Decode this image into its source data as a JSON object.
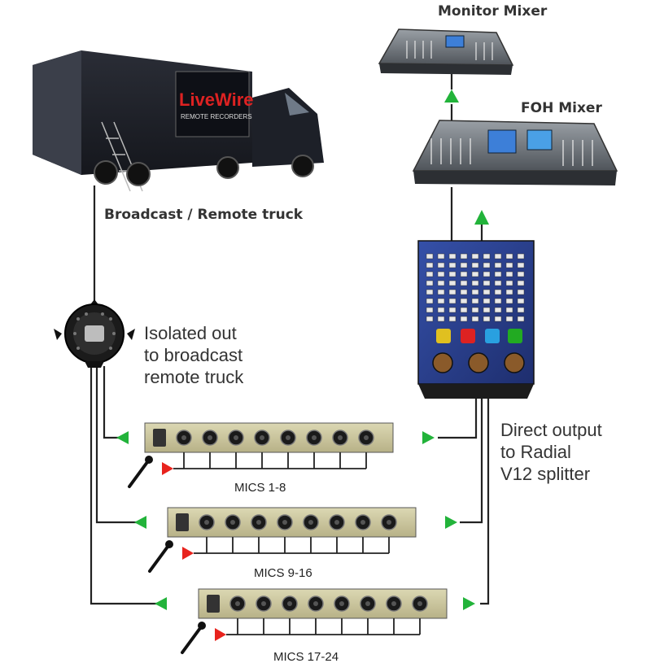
{
  "labels": {
    "monitor_mixer": "Monitor Mixer",
    "foh_mixer": "FOH Mixer",
    "truck": "Broadcast / Remote truck",
    "isolated": [
      "Isolated out",
      "to broadcast",
      "remote truck"
    ],
    "direct": [
      "Direct output",
      "to Radial",
      "V12 splitter"
    ],
    "mics_1": "MICS 1-8",
    "mics_2": "MICS 9-16",
    "mics_3": "MICS 17-24"
  },
  "truck_branding": {
    "logo_line1": "LiveWire",
    "logo_line2": "REMOTE RECORDERS"
  },
  "colors": {
    "arrow_green": "#22b33a",
    "arrow_red": "#e8231d",
    "cable": "#222222",
    "panel_face": "#c9c49a",
    "splitter_body": "#2a3f8f",
    "mixer_body": "#555a5f"
  },
  "icons": [
    "truck-icon",
    "mixer-icon",
    "splitter-icon",
    "multipin-connector-icon",
    "microphone-icon",
    "rack-panel-icon"
  ]
}
